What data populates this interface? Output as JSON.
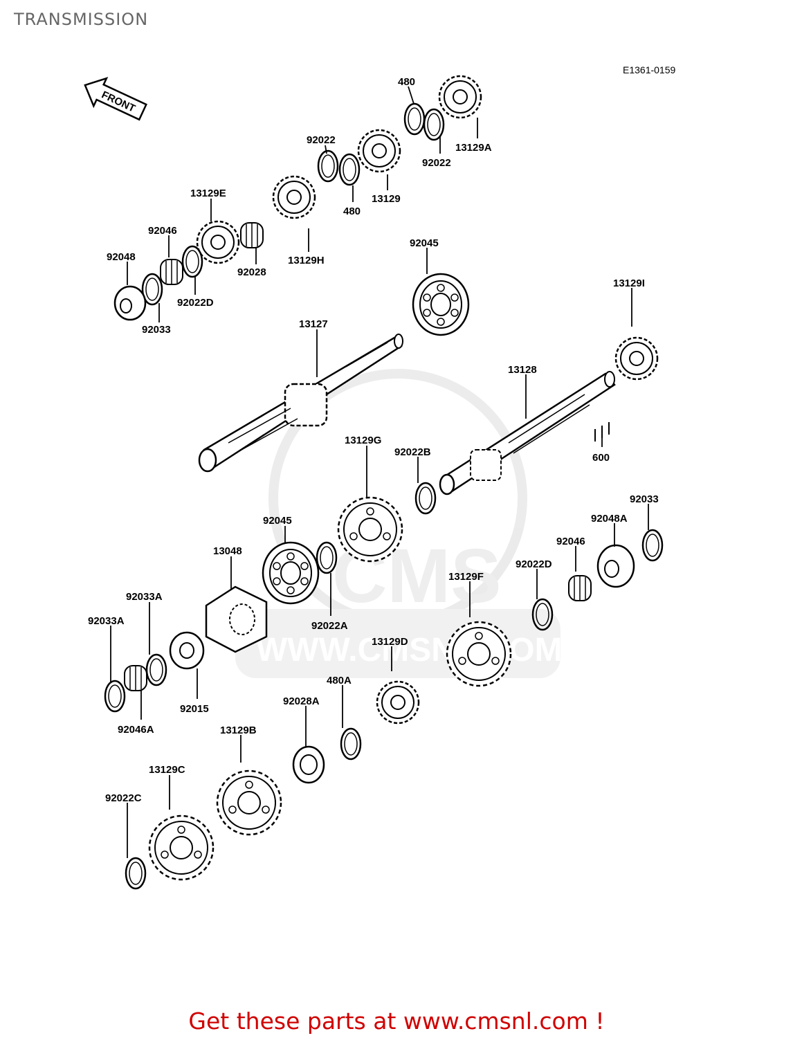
{
  "header": {
    "title": "TRANSMISSION"
  },
  "diagram": {
    "code": "E1361-0159",
    "front_label": "FRONT",
    "watermark": {
      "text": "WWW.CMSNL.COM",
      "logo": "CMS"
    },
    "labels": [
      "480",
      "92022",
      "13129A",
      "92022",
      "480",
      "13129",
      "13129E",
      "92046",
      "92048",
      "92022D",
      "92033",
      "92028",
      "13129H",
      "92045",
      "13127",
      "13128",
      "13129I",
      "600",
      "13129G",
      "92022B",
      "92045",
      "13048",
      "92022A",
      "92033A",
      "92033A",
      "92015",
      "92046A",
      "92033",
      "92048A",
      "92046",
      "92022D",
      "13129F",
      "13129D",
      "480A",
      "92028A",
      "13129B",
      "13129C",
      "92022C"
    ]
  },
  "footer": {
    "cta": "Get these parts at www.cmsnl.com !"
  },
  "colors": {
    "title": "#666666",
    "cta": "#d00000",
    "line": "#000000",
    "watermark": "#d8d8d8"
  }
}
